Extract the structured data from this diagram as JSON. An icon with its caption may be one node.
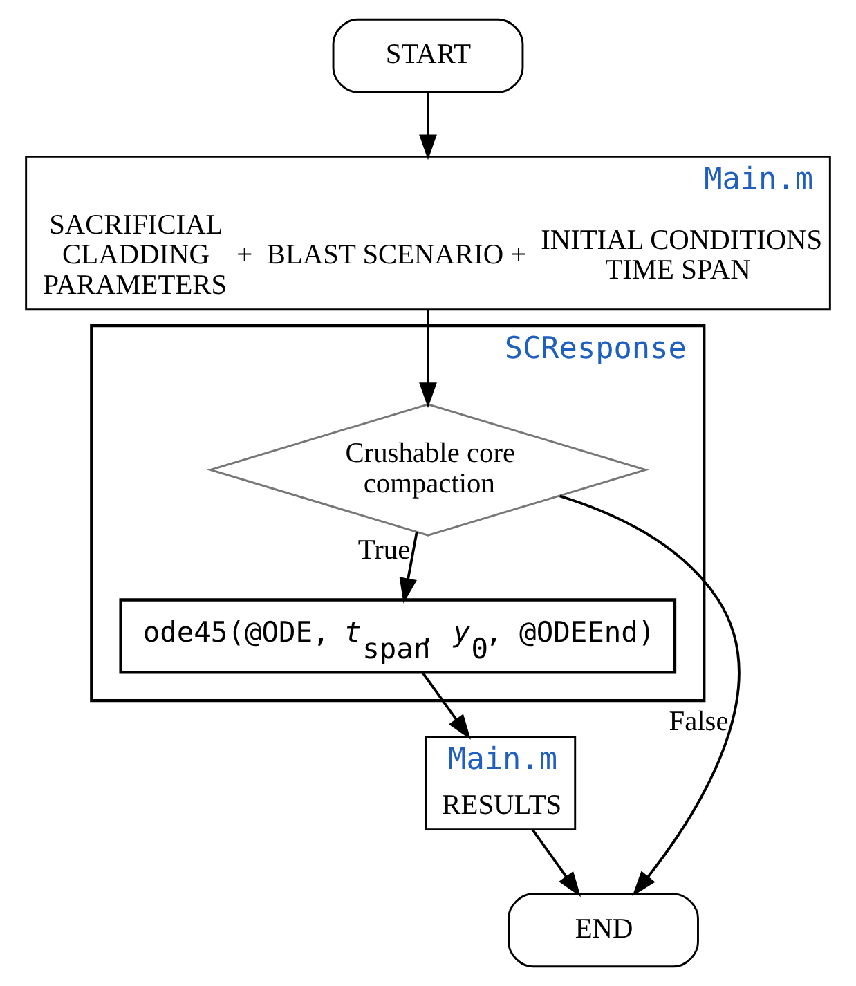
{
  "diagram": {
    "nodes": [
      {
        "text": [
          "START"
        ]
      },
      {
        "text": [
          "Main.m",
          "SACRIFICIAL CLADDING PARAMETERS",
          "+",
          "BLAST SCENARIO",
          "+",
          "INITIAL CONDITIONS TIME SPAN"
        ]
      },
      {
        "text": [
          "SCResponse"
        ]
      },
      {
        "text": [
          "Crushable core compaction"
        ],
        "in": 2
      },
      {
        "text": [
          "ode45(@ODE, *t*$_{span}$, *y*$_{0}$, @ODEEnd)"
        ],
        "in": 2
      },
      {
        "text": [
          "Main.m",
          "RESULTS"
        ]
      },
      {
        "text": [
          "END"
        ]
      }
    ],
    "edges": [
      {
        "from": 0,
        "to": 1,
        "arrow": "to"
      },
      {
        "from": 1,
        "to": 3,
        "arrow": "to"
      },
      {
        "from": 3,
        "to": 4,
        "label": "True",
        "arrow": "to"
      },
      {
        "from": 3,
        "to": 6,
        "label": "False",
        "arrow": "to"
      },
      {
        "from": 4,
        "to": 5,
        "arrow": "to"
      },
      {
        "from": 5,
        "to": 6,
        "arrow": "to"
      }
    ]
  }
}
